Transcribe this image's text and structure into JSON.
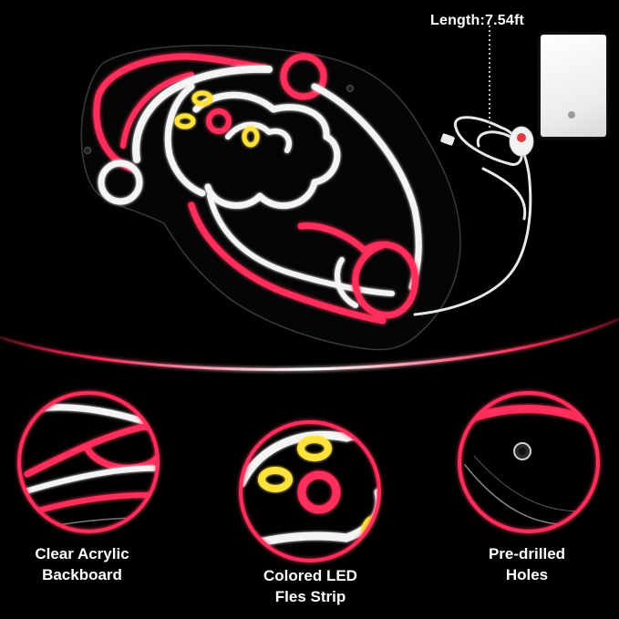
{
  "length_label": "Length:7.54ft",
  "features": [
    {
      "line1": "Clear Acrylic",
      "line2": "Backboard"
    },
    {
      "line1": "Colored LED",
      "line2": "Fles Strip"
    },
    {
      "line1": "Pre-drilled",
      "line2": "Holes"
    }
  ],
  "colors": {
    "neon_red": "#ff2d5a",
    "neon_white": "#f4f4f4",
    "neon_yellow": "#ffe23a",
    "background": "#000000"
  }
}
